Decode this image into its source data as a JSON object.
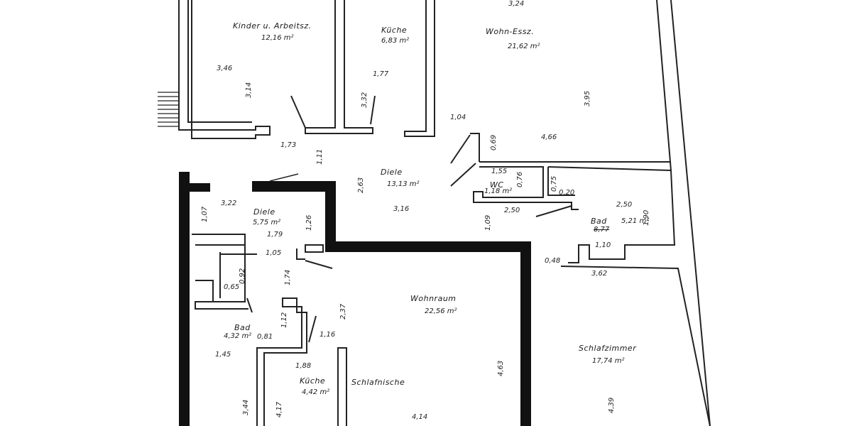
{
  "plan": {
    "type": "floor plan (scanned)",
    "rooms": [
      {
        "name": "Kinder u. Arbeitsz.",
        "area": "12,16 m²"
      },
      {
        "name": "Küche",
        "area": "6,83 m²"
      },
      {
        "name": "Wohn-Essz.",
        "area": "21,62 m²"
      },
      {
        "name": "Diele",
        "area": "13,13 m²"
      },
      {
        "name": "WC",
        "area": "1,18 m²"
      },
      {
        "name": "Bad",
        "area": "5,21 m²",
        "note": "8,77"
      },
      {
        "name": "Diele",
        "area": "5,75 m²"
      },
      {
        "name": "Wohnraum",
        "area": "22,56 m²"
      },
      {
        "name": "Schlafzimmer",
        "area": "17,74 m²"
      },
      {
        "name": "Bad",
        "area": "4,32 m²"
      },
      {
        "name": "Küche",
        "area": "4,42 m²"
      },
      {
        "name": "Schlafnische",
        "area": ""
      }
    ],
    "dimensions": {
      "d_324": "3,24",
      "d_346": "3,46",
      "d_314": "3,14",
      "d_177": "1,77",
      "d_332": "3,32",
      "d_395": "3,95",
      "d_104": "1,04",
      "d_466": "4,66",
      "d_069": "0,69",
      "d_173": "1,73",
      "d_111": "1,11",
      "d_263": "2,63",
      "d_316": "3,16",
      "d_155": "1,55",
      "d_076": "0,76",
      "d_075": "0,75",
      "d_020": "0,20",
      "d_250a": "2,50",
      "d_250b": "2,50",
      "d_190": "1,90",
      "d_109": "1,09",
      "d_322": "3,22",
      "d_107": "1,07",
      "d_126": "1,26",
      "d_179": "1,79",
      "d_105": "1,05",
      "d_092": "0,92",
      "d_065": "0,65",
      "d_174": "1,74",
      "d_110": "1,10",
      "d_048": "0,48",
      "d_362": "3,62",
      "d_237": "2,37",
      "d_112": "1,12",
      "d_081": "0,81",
      "d_116": "1,16",
      "d_145": "1,45",
      "d_188": "1,88",
      "d_463": "4,63",
      "d_414": "4,14",
      "d_439": "4,39",
      "d_344": "3,44",
      "d_417": "4,17"
    }
  }
}
